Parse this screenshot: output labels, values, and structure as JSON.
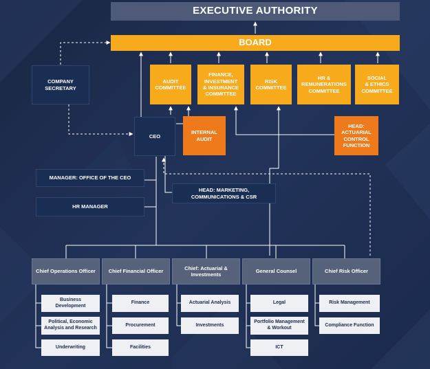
{
  "executive": {
    "title": "EXECUTIVE AUTHORITY"
  },
  "board": {
    "title": "BOARD"
  },
  "committees": [
    "Audit\nCommittee",
    "Finance,\nInvestment\n& Insurance\nCommittee",
    "Risk\nCommittee",
    "HR &\nRemunerations\nCommittee",
    "Social\n& Ethics\nCommittee"
  ],
  "company_secretary": "Company\nSecretary",
  "ceo": "CEO",
  "internal_audit": "Internal\nAudit",
  "head_actuarial": "Head:\nActuarial\nControl\nFunction",
  "manager_office": "Manager: Office of the CEO",
  "hr_manager": "HR Manager",
  "head_marketing": "Head: Marketing,\nCommunications & CSR",
  "chiefs": [
    {
      "title": "Chief Operations Officer",
      "functions": [
        "Business\nDevelopment",
        "Political, Economic\nAnalysis and Research",
        "Underwriting"
      ]
    },
    {
      "title": "Chief Financial Officer",
      "functions": [
        "Finance",
        "Procurement",
        "Facilities"
      ]
    },
    {
      "title": "Chief: Actuarial &\nInvestments",
      "functions": [
        "Actuarial Analysis",
        "Investments"
      ]
    },
    {
      "title": "General Counsel",
      "functions": [
        "Legal",
        "Portfolio Management\n& Workout",
        "ICT"
      ]
    },
    {
      "title": "Chief Risk Officer",
      "functions": [
        "Risk Management",
        "Compliance Function"
      ]
    }
  ],
  "colors": {
    "background": "#1d2b4a",
    "board_orange": "#f6aa1c",
    "accent_orange": "#ee7a1b",
    "navy_box": "#1a2d52",
    "chief_grey": "#56617a",
    "function_light": "#eef0f4",
    "executive_grey": "#4e5a78"
  }
}
